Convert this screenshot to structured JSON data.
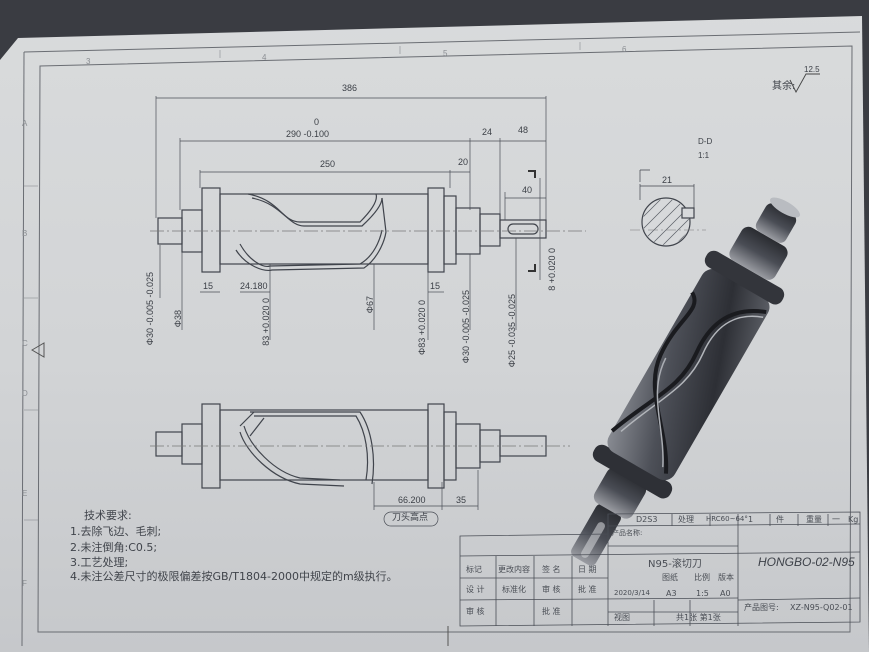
{
  "zones_top": [
    "3",
    "4",
    "5",
    "6"
  ],
  "zones_left": [
    "A",
    "B",
    "C",
    "D",
    "E",
    "F"
  ],
  "roughness": {
    "label": "其余:",
    "value": "12.5"
  },
  "dims": {
    "overall_length": "386",
    "tol_upper": "0",
    "body_length": "290 -0.100",
    "shoulder_24": "24",
    "shaft_48": "48",
    "groove_len": "250",
    "collar_20": "20",
    "key_40": "40",
    "left_15": "15",
    "span_24180": "24.180",
    "right_15": "15",
    "d30": "Φ30 -0.005 -0.025",
    "d38": "Φ38",
    "d83a": "83 +0.020 0",
    "d67": "Φ67",
    "d83b": "Φ83 +0.020 0",
    "d30b": "Φ30 -0.005 -0.025",
    "d25": "Φ25 -0.035 -0.025",
    "key_width": "8 +0.020 0",
    "f2_len": "66.200",
    "f2_35": "35",
    "f2_note": "刀头高点"
  },
  "section": {
    "label": "D-D",
    "scale": "1:1",
    "width": "21"
  },
  "notes": {
    "title": "技术要求:",
    "items": [
      "1.去除飞边、毛刺;",
      "2.未注倒角:C0.5;",
      "3.工艺处理;",
      "4.未注公差尺寸的极限偏差按GB/T1804-2000中规定的m级执行。"
    ]
  },
  "title_block": {
    "material": "D2S3",
    "hardness_label": "处理",
    "hardness": "HRC60~64°",
    "qty": "1",
    "qty_unit": "件",
    "weight_label": "重量",
    "weight_val": "一",
    "weight_unit": "Kg",
    "product_label": "产品名称:",
    "product_name": "N95-滚切刀",
    "drawing_no": "HONGBO-02-N95",
    "hdr": [
      "标记",
      "更改内容",
      "签 名",
      "日 期"
    ],
    "row2": [
      "设 计",
      "标准化",
      "审 核",
      "批 准"
    ],
    "date": "2020/3/14",
    "size": "A3",
    "scale": "1:5",
    "version": "A0",
    "row3": [
      "图纸",
      "比例",
      "版本"
    ],
    "projection": "视图",
    "sheet_info": "共1张 第1张",
    "product_code_label": "产品图号:",
    "product_code": "XZ-N95-Q02-01",
    "check": "审 核",
    "approve": "批 准"
  }
}
